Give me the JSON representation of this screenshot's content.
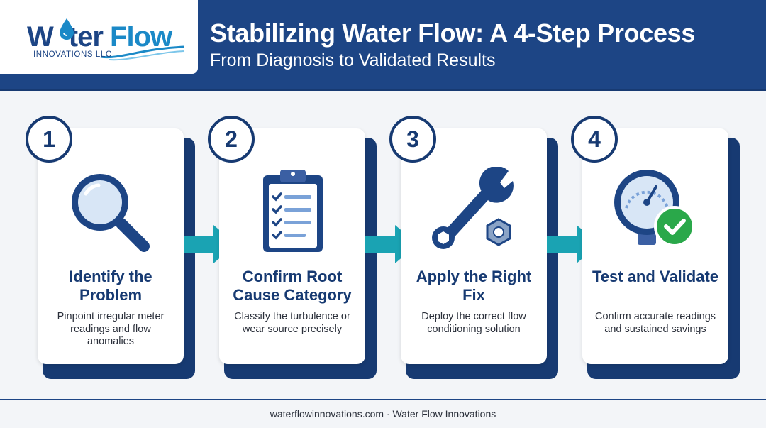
{
  "header": {
    "title": "Stabilizing Water Flow: A 4-Step Process",
    "subtitle": "From Diagnosis to Validated Results"
  },
  "logo": {
    "word_part1": "W",
    "word_part2": "ter",
    "word_part3": "Flow",
    "subtitle": "INNOVATIONS LLC"
  },
  "steps": [
    {
      "number": "1",
      "title": "Identify the Problem",
      "description": "Pinpoint irregular meter readings and flow anomalies",
      "icon": "magnifying-glass-icon"
    },
    {
      "number": "2",
      "title": "Confirm Root Cause Category",
      "description": "Classify the turbulence or wear source precisely",
      "icon": "clipboard-checklist-icon"
    },
    {
      "number": "3",
      "title": "Apply the Right Fix",
      "description": "Deploy the correct flow conditioning solution",
      "icon": "wrench-and-nut-icon"
    },
    {
      "number": "4",
      "title": "Test and Validate",
      "description": "Confirm accurate readings and sustained savings",
      "icon": "pressure-gauge-check-icon"
    }
  ],
  "footer": {
    "text": "waterflowinnovations.com · Water Flow Innovations"
  },
  "colors": {
    "navy": "#1d4585",
    "dark_navy": "#173a72",
    "teal": "#1aa3b3",
    "light_blue": "#1b89c7",
    "green": "#2aa84a"
  }
}
